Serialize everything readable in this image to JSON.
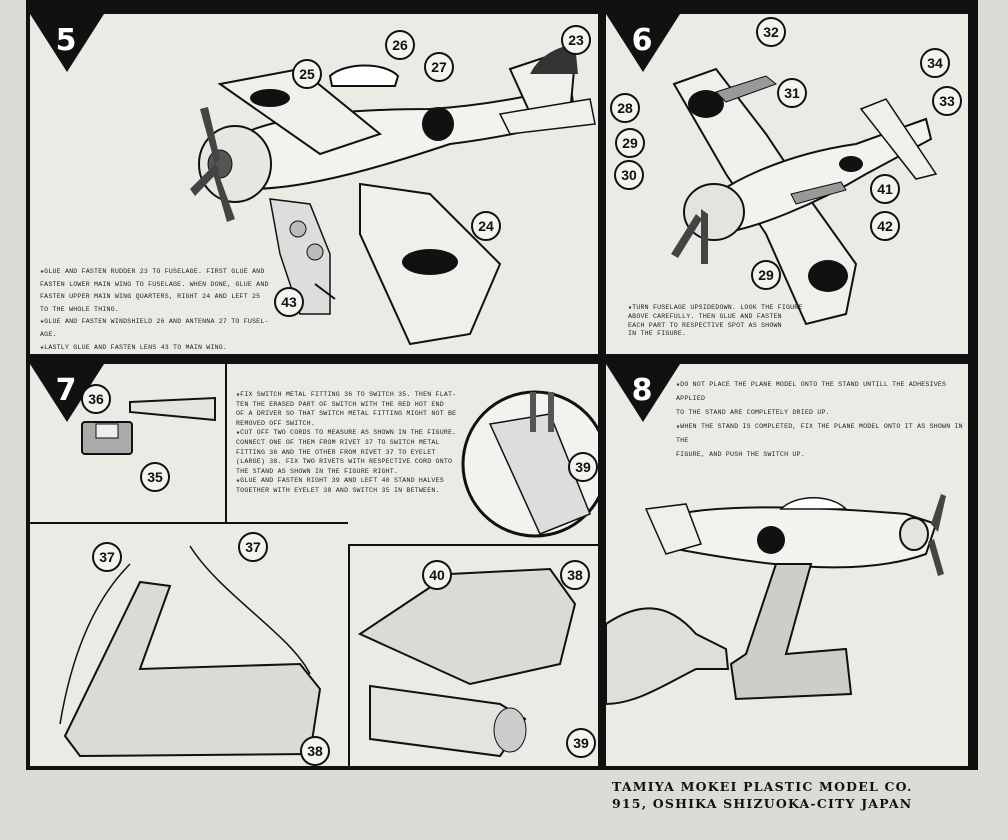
{
  "steps": [
    {
      "number": "5",
      "instructions": [
        "★GLUE AND FASTEN RUDDER 23 TO FUSELAGE. FIRST GLUE AND",
        "FASTEN LOWER MAIN WING TO FUSELAGE. WHEN DONE, GLUE AND",
        "FASTEN UPPER MAIN WING QUARTERS, RIGHT 24 AND LEFT 25",
        "TO THE WHOLE THING.",
        "★GLUE AND FASTEN WINDSHIELD 26 AND ANTENNA 27 TO FUSEL-",
        "AGE.",
        "★LASTLY GLUE AND FASTEN LENS 43 TO MAIN WING."
      ],
      "callouts": [
        "23",
        "24",
        "25",
        "26",
        "27",
        "43"
      ]
    },
    {
      "number": "6",
      "instructions": [
        "★TURN FUSELAGE UPSIDEDOWN. LOOK THE FIGURE",
        "ABOVE CAREFULLY. THEN GLUE AND FASTEN",
        "EACH PART TO RESPECTIVE SPOT AS SHOWN",
        "IN THE FIGURE."
      ],
      "callouts": [
        "28",
        "29",
        "29",
        "30",
        "31",
        "32",
        "33",
        "34",
        "41",
        "42"
      ]
    },
    {
      "number": "7",
      "instructions": [
        "★FIX SWITCH METAL FITTING 36 TO SWITCH 35. THEN FLAT-",
        "TEN THE ERASED PART OF SWITCH WITH THE RED HOT END",
        "OF A DRIVER SO THAT SWITCH METAL FITTING MIGHT NOT BE",
        "REMOVED OFF SWITCH.",
        "★CUT OFF TWO CORDS TO MEASURE AS SHOWN IN THE FIGURE.",
        "CONNECT ONE OF THEM FROM RIVET 37 TO SWITCH METAL",
        "FITTING 36 AND THE OTHER FROM RIVET 37 TO EYELET",
        "(LARGE) 38. FIX TWO RIVETS WITH RESPECTIVE CORD ONTO",
        "THE STAND AS SHOWN IN THE FIGURE RIGHT.",
        "★GLUE AND FASTEN RIGHT 39 AND LEFT 40 STAND HALVES",
        "TOGETHER WITH EYELET 38 AND SWITCH 35 IN BETWEEN."
      ],
      "callouts": [
        "35",
        "36",
        "37",
        "37",
        "38",
        "38",
        "39",
        "39",
        "40"
      ]
    },
    {
      "number": "8",
      "instructions": [
        "★DO NOT PLACE THE PLANE MODEL ONTO THE STAND UNTILL THE ADHESIVES APPLIED",
        "TO THE STAND ARE COMPLETELY DRIED UP.",
        "★WHEN THE STAND IS COMPLETED, FIX THE PLANE MODEL ONTO IT AS SHOWN IN THE",
        "FIGURE, AND PUSH THE SWITCH UP."
      ],
      "callouts": []
    }
  ],
  "company": {
    "line1": "TAMIYA MOKEI PLASTIC MODEL CO.",
    "line2": "915, OSHIKA SHIZUOKA-CITY JAPAN"
  }
}
